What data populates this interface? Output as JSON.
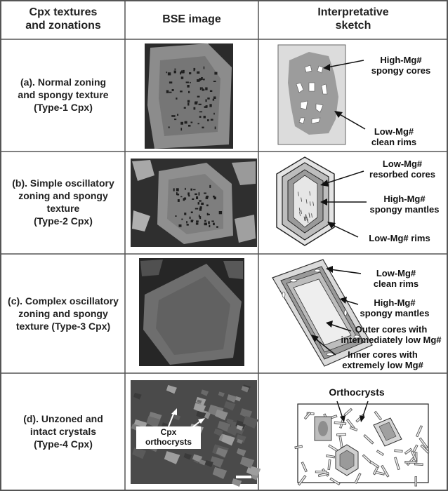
{
  "headers": {
    "col1_line1": "Cpx textures",
    "col1_line2": "and zonations",
    "col2": "BSE image",
    "col3_line1": "Interpretative",
    "col3_line2": "sketch"
  },
  "rows": [
    {
      "label": [
        "(a). Normal zoning",
        "and spongy texture",
        "(Type-1 Cpx)"
      ],
      "notes": {
        "core": [
          "High-Mg#",
          "spongy cores"
        ],
        "rim": [
          "Low-Mg#",
          "clean rims"
        ]
      }
    },
    {
      "label": [
        "(b). Simple oscillatory",
        "zoning and spongy",
        "texture",
        "(Type-2 Cpx)"
      ],
      "notes": {
        "core": [
          "Low-Mg#",
          "resorbed cores"
        ],
        "mantle": [
          "High-Mg#",
          "spongy mantles"
        ],
        "rim": [
          "Low-Mg# rims"
        ]
      }
    },
    {
      "label": [
        "(c). Complex oscillatory",
        "zoning and spongy",
        "texture (Type-3 Cpx)"
      ],
      "notes": {
        "rim": [
          "Low-Mg#",
          "clean rims"
        ],
        "mantle": [
          "High-Mg#",
          "spongy mantles"
        ],
        "outer": [
          "Outer cores with",
          "intermediately low Mg#"
        ],
        "inner": [
          "Inner cores with",
          "extremely  low  Mg#"
        ]
      }
    },
    {
      "label": [
        "(d). Unzoned and",
        "intact crystals",
        "(Type-4 Cpx)"
      ],
      "notes": {
        "ortho": [
          "Orthocrysts"
        ],
        "bse_label": [
          "Cpx",
          "orthocrysts"
        ]
      }
    }
  ],
  "colors": {
    "border": "#555555",
    "bse_dark": "#2b2b2b",
    "crystal": "#8a8a8a",
    "sketch_light": "#dcdcdc",
    "sketch_mid": "#9a9a9a"
  }
}
